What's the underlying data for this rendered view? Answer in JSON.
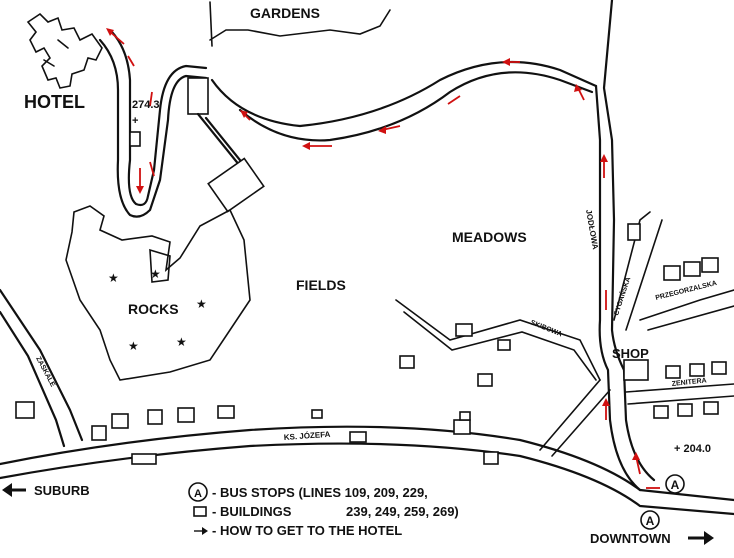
{
  "labels": {
    "hotel": "HOTEL",
    "gardens": "GARDENS",
    "meadows": "MEADOWS",
    "fields": "FIELDS",
    "rocks": "ROCKS",
    "shop": "SHOP",
    "elevation_hotel": "274.3",
    "elevation_shop": "+ 204.0",
    "suburb": "SUBURB",
    "downtown": "DOWNTOWN"
  },
  "streets": {
    "jodlowa": "JODŁOWA",
    "cyganska": "CYGAŃSKA",
    "przegorzalska": "PRZEGORZALSKA",
    "sikorowa": "SKIBOWA",
    "zenitera": "ZENITERA",
    "zaskale": "ZASKALE",
    "ks_jozefa": "KS. JÓZEFA"
  },
  "legend": {
    "bus_stop_symbol": "A",
    "bus_stops": "- BUS STOPS (LINES 109, 209, 229,",
    "buildings": "- BUILDINGS",
    "buildings_lines": "239, 249, 259, 269)",
    "route": "- HOW TO GET TO THE HOTEL"
  },
  "bus_stop_marker": "A",
  "colors": {
    "route": "#d01010",
    "ink": "#111111"
  }
}
